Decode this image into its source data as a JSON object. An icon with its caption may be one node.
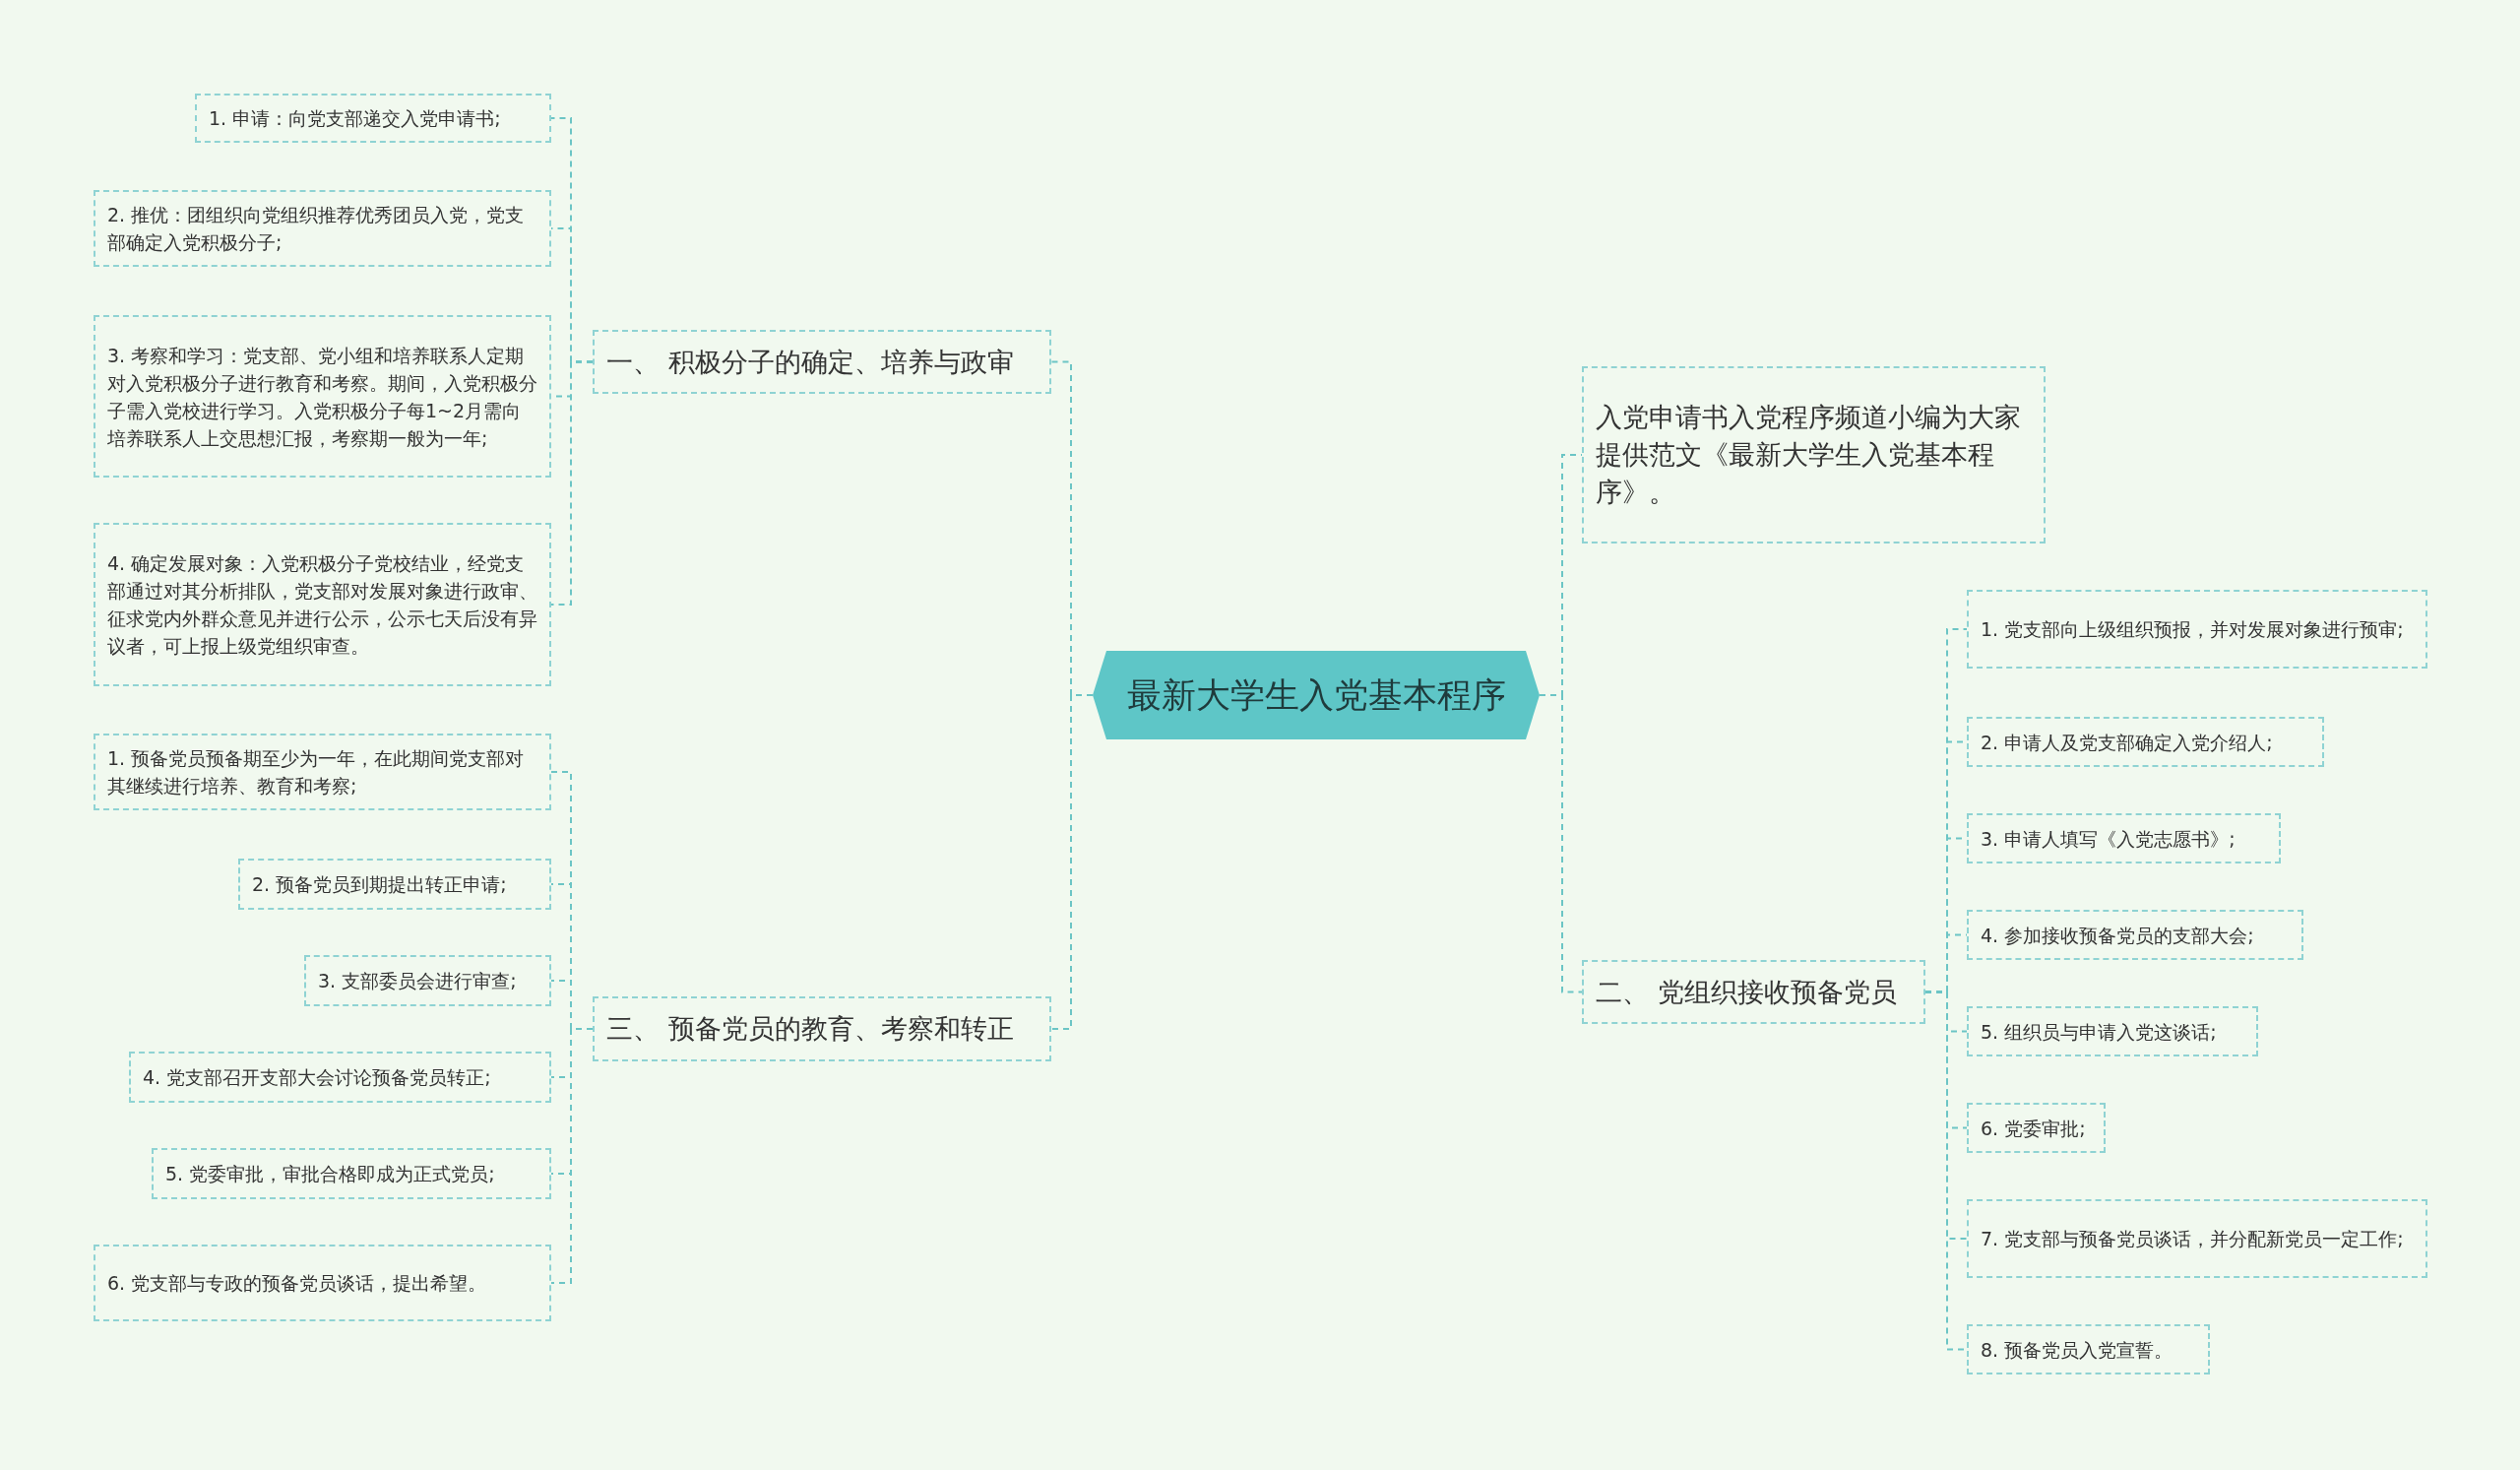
{
  "diagram": {
    "nodes": [
      {
        "text": [
          "最新大学生入党基本程序"
        ]
      },
      {
        "text": [
          "一、 积极分子的确定、培养与政审"
        ]
      },
      {
        "text": [
          "1. 申请：向党支部递交入党申请书;"
        ]
      },
      {
        "text": [
          "2. 推优：团组织向党组织推荐优秀团员入党，党支部确定入党积极分子;"
        ]
      },
      {
        "text": [
          "3. 考察和学习：党支部、党小组和培养联系人定期对入党积极分子进行教育和考察。期间，入党积极分子需入党校进行学习。入党积极分子每1~2月需向培养联系人上交思想汇报，考察期一般为一年;"
        ]
      },
      {
        "text": [
          "4. 确定发展对象：入党积极分子党校结业，经党支部通过对其分析排队，党支部对发展对象进行政审、征求党内外群众意见并进行公示，公示七天后没有异议者，可上报上级党组织审查。"
        ]
      },
      {
        "text": [
          "三、 预备党员的教育、考察和转正"
        ]
      },
      {
        "text": [
          "1. 预备党员预备期至少为一年，在此期间党支部对其继续进行培养、教育和考察;"
        ]
      },
      {
        "text": [
          "2. 预备党员到期提出转正申请;"
        ]
      },
      {
        "text": [
          "3. 支部委员会进行审查;"
        ]
      },
      {
        "text": [
          "4. 党支部召开支部大会讨论预备党员转正;"
        ]
      },
      {
        "text": [
          "5. 党委审批，审批合格即成为正式党员;"
        ]
      },
      {
        "text": [
          "6. 党支部与专政的预备党员谈话，提出希望。"
        ]
      },
      {
        "text": [
          "入党申请书入党程序频道小编为大家提供范文《最新大学生入党基本程序》。"
        ]
      },
      {
        "text": [
          "二、 党组织接收预备党员"
        ]
      },
      {
        "text": [
          "1. 党支部向上级组织预报，并对发展对象进行预审;"
        ]
      },
      {
        "text": [
          "2. 申请人及党支部确定入党介绍人;"
        ]
      },
      {
        "text": [
          "3. 申请人填写《入党志愿书》;"
        ]
      },
      {
        "text": [
          "4. 参加接收预备党员的支部大会;"
        ]
      },
      {
        "text": [
          "5. 组织员与申请入党这谈话;"
        ]
      },
      {
        "text": [
          "6. 党委审批;"
        ]
      },
      {
        "text": [
          "7. 党支部与预备党员谈话，并分配新党员一定工作;"
        ]
      },
      {
        "text": [
          "8. 预备党员入党宣誓。"
        ]
      }
    ],
    "edges": [
      {
        "from": 0,
        "to": 1,
        "arrow": "none"
      },
      {
        "from": 1,
        "to": 2,
        "arrow": "none"
      },
      {
        "from": 1,
        "to": 3,
        "arrow": "none"
      },
      {
        "from": 1,
        "to": 4,
        "arrow": "none"
      },
      {
        "from": 1,
        "to": 5,
        "arrow": "none"
      },
      {
        "from": 0,
        "to": 6,
        "arrow": "none"
      },
      {
        "from": 6,
        "to": 7,
        "arrow": "none"
      },
      {
        "from": 6,
        "to": 8,
        "arrow": "none"
      },
      {
        "from": 6,
        "to": 9,
        "arrow": "none"
      },
      {
        "from": 6,
        "to": 10,
        "arrow": "none"
      },
      {
        "from": 6,
        "to": 11,
        "arrow": "none"
      },
      {
        "from": 6,
        "to": 12,
        "arrow": "none"
      },
      {
        "from": 0,
        "to": 13,
        "arrow": "none"
      },
      {
        "from": 0,
        "to": 14,
        "arrow": "none"
      },
      {
        "from": 14,
        "to": 15,
        "arrow": "none"
      },
      {
        "from": 14,
        "to": 16,
        "arrow": "none"
      },
      {
        "from": 14,
        "to": 17,
        "arrow": "none"
      },
      {
        "from": 14,
        "to": 18,
        "arrow": "none"
      },
      {
        "from": 14,
        "to": 19,
        "arrow": "none"
      },
      {
        "from": 14,
        "to": 20,
        "arrow": "none"
      },
      {
        "from": 14,
        "to": 21,
        "arrow": "none"
      },
      {
        "from": 14,
        "to": 22,
        "arrow": "none"
      }
    ]
  }
}
